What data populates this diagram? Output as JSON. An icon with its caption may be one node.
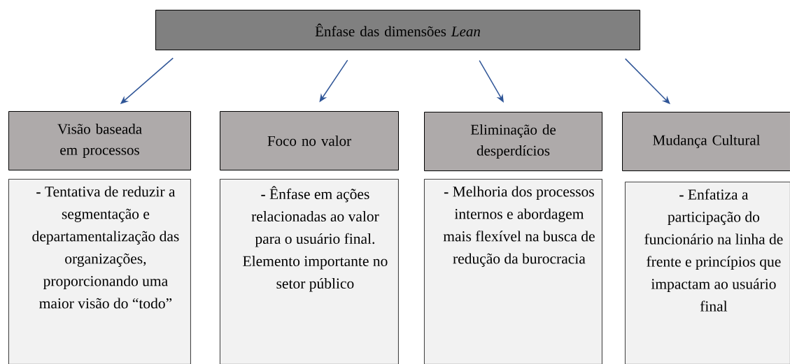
{
  "diagram": {
    "nodes": [
      {
        "text": [
          "Ênfase das dimensões *Lean*"
        ]
      },
      {
        "text": [
          "Visão baseada em processos"
        ]
      },
      {
        "text": [
          "Foco no valor"
        ]
      },
      {
        "text": [
          "Eliminação de desperdícios"
        ]
      },
      {
        "text": [
          "Mudança Cultural"
        ]
      },
      {
        "text": [
          "**-** Tentativa de reduzir a segmentação e departamentalização das organizações, proporcionando uma maior visão do “todo”"
        ]
      },
      {
        "text": [
          "**-** Ênfase em ações relacionadas ao valor para o usuário final. Elemento importante no setor público"
        ]
      },
      {
        "text": [
          "**-** Melhoria dos processos internos e abordagem mais flexível na busca de redução da burocracia"
        ]
      },
      {
        "text": [
          "**-** Enfatiza a participação do funcionário na linha de frente e princípios que impactam ao usuário final"
        ]
      }
    ],
    "edges": [
      {
        "from": 0,
        "to": 1,
        "arrow": "to"
      },
      {
        "from": 0,
        "to": 2,
        "arrow": "to"
      },
      {
        "from": 0,
        "to": 3,
        "arrow": "to"
      },
      {
        "from": 0,
        "to": 4,
        "arrow": "to"
      }
    ]
  }
}
